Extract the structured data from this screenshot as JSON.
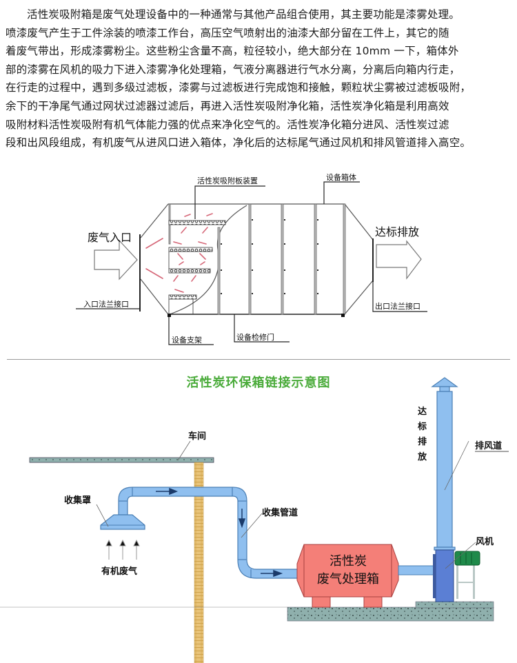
{
  "intro_paragraph": {
    "lines": [
      "活性炭吸附箱是废气处理设备中的一种通常与其他产品组合使用，其主要功能是漆雾处理。",
      "喷漆废气产生于工件涂装的喷漆工作台，高压空气喷射出的油漆大部分留在工件上，其它的随",
      "着废气带出，形成漆雾粉尘。这些粉尘含量不高，粒径较小，绝大部分在 10mm 一下，箱体外",
      "部的漆雾在风机的吸力下进入漆雾净化处理箱，气液分离器进行气水分离，分离后向箱内行走，",
      "在行走的过程中，遇到多级过滤板，漆雾与过滤板进行完成饱和接触，颗粒状尘雾被过滤板吸附，",
      "余下的干净尾气通过网状过滤器过滤后，再进入活性炭吸附净化箱，活性炭净化箱是利用高效",
      "吸附材料活性炭吸附有机气体能力强的优点来净化空气的。活性炭净化箱分进风、活性炭过滤",
      "段和出风段组成，有机废气从进风口进入箱体，净化后的达标尾气通过风机和排风管道排入高空。"
    ]
  },
  "structure_diagram": {
    "labels": {
      "carbon_plate": "活性炭吸附板装置",
      "housing": "设备箱体",
      "inlet": "废气入口",
      "outlet": "达标排放",
      "inlet_flange": "入口法兰接口",
      "outlet_flange": "出口法兰接口",
      "support": "设备支架",
      "access_door": "设备检修门"
    }
  },
  "link_diagram": {
    "title": "活性炭环保箱链接示意图",
    "title_color": "#4aab3a",
    "labels": {
      "workshop": "车间",
      "hood": "收集罩",
      "organic_gas": "有机废气",
      "collection_pipe": "收集管道",
      "box_line1": "活性炭",
      "box_line2": "废气处理箱",
      "fan": "风机",
      "exhaust_duct": "排风道",
      "discharge_chars": [
        "达",
        "标",
        "排",
        "放"
      ]
    },
    "colors": {
      "pipe": "#8fbfef",
      "pipe_stroke": "#4a7fb5",
      "box": "#f47f78",
      "fan": "#5b7fd4",
      "motor": "#1f8a4a",
      "wall": "#e9c47a",
      "ground": "#8fb0ad"
    }
  }
}
